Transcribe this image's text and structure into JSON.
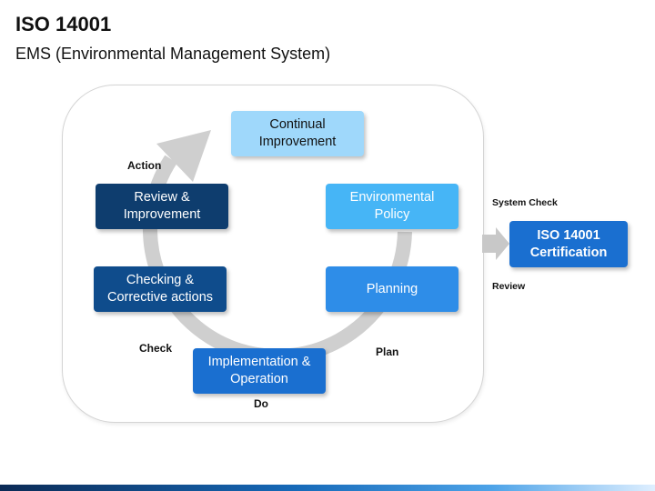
{
  "title": "ISO 14001",
  "subtitle": "EMS (Environmental Management System)",
  "steps": {
    "continual": "Continual Improvement",
    "policy": "Environmental Policy",
    "planning": "Planning",
    "implementation": "Implementation & Operation",
    "checking": "Checking & Corrective actions",
    "review": "Review & Improvement"
  },
  "phase_labels": {
    "action": "Action",
    "check": "Check",
    "do": "Do",
    "plan": "Plan"
  },
  "certification": {
    "label": "ISO 14001 Certification",
    "system_check": "System Check",
    "review": "Review"
  },
  "colors": {
    "light_blue": "#9fd8fb",
    "sky_blue": "#46b5f6",
    "mid_blue": "#2e8de8",
    "blue": "#1a6fd0",
    "dark_blue": "#0f4c8c",
    "navy": "#0e3d6e",
    "arrow_gray": "#cfcfcf"
  }
}
